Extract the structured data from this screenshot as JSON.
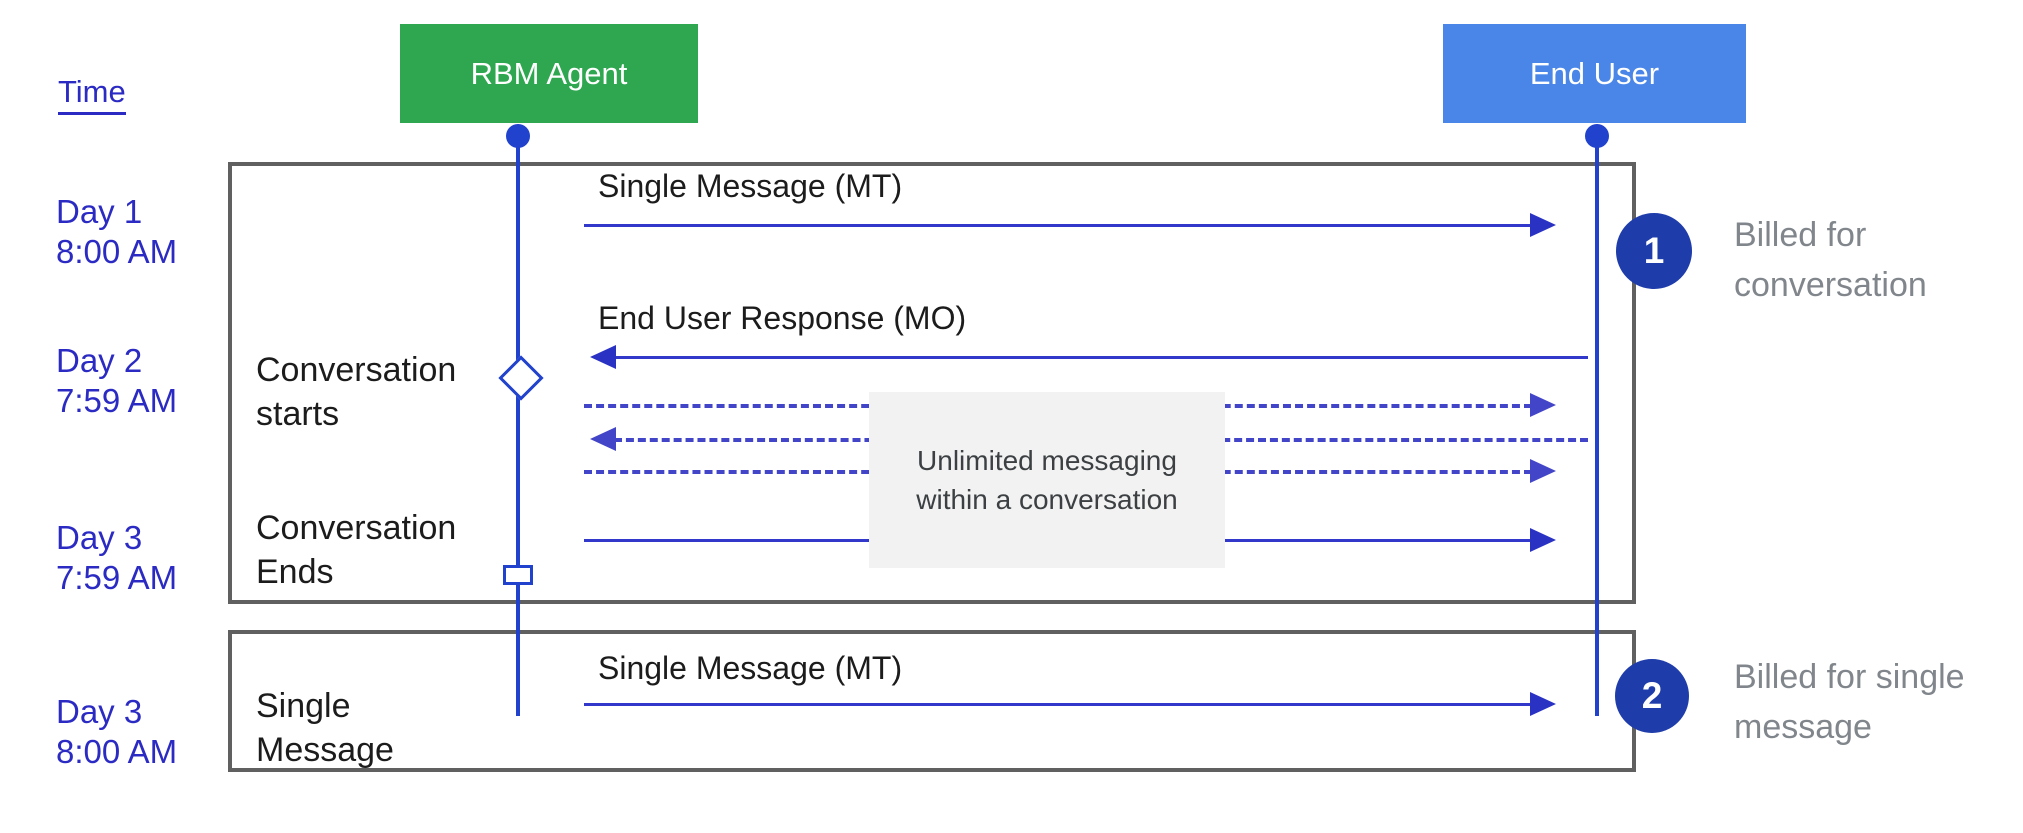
{
  "palette": {
    "agent_green": "#2ea750",
    "end_user_blue": "#4a86e8",
    "badge_navy": "#1e3caa",
    "lifeline_blue": "#2042cc",
    "solid_arrow_blue": "#3238c9",
    "dashed_arrow_blue": "#4345c8",
    "time_label_blue": "#2b2bc4",
    "frame_border_gray": "#606060",
    "caption_gray": "#80868b",
    "overlay_gray": "#f2f2f2"
  },
  "header": {
    "time_label": "Time",
    "rbm_agent_label": "RBM Agent",
    "end_user_label": "End User"
  },
  "timeline": [
    {
      "day": "Day 1",
      "time": "8:00 AM"
    },
    {
      "day": "Day 2",
      "time": "7:59 AM"
    },
    {
      "day": "Day 3",
      "time": "7:59 AM"
    },
    {
      "day": "Day 3",
      "time": "8:00 AM"
    }
  ],
  "conversation_box": {
    "starts_line1": "Conversation",
    "starts_line2": "starts",
    "ends_line1": "Conversation",
    "ends_line2": "Ends",
    "mt_message": "Single Message (MT)",
    "mo_message": "End User Response (MO)",
    "overlay_line1": "Unlimited messaging",
    "overlay_line2": "within a conversation"
  },
  "single_message_box": {
    "label_line1": "Single",
    "label_line2": "Message",
    "mt_message": "Single Message (MT)"
  },
  "annotations": [
    {
      "number": "1",
      "line1": "Billed for",
      "line2": "conversation"
    },
    {
      "number": "2",
      "line1": "Billed for single",
      "line2": "message"
    }
  ]
}
